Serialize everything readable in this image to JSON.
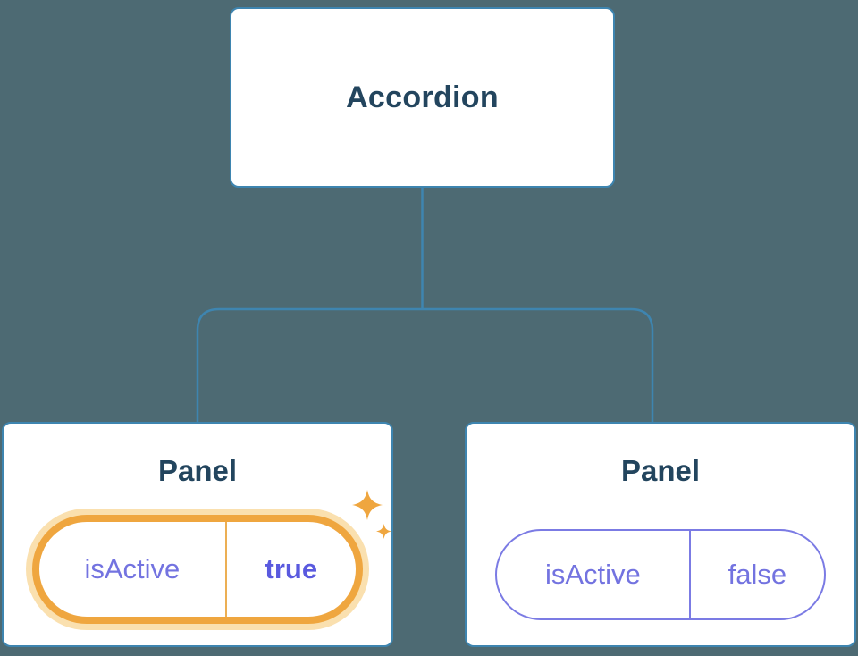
{
  "diagram": {
    "root": {
      "label": "Accordion"
    },
    "panels": [
      {
        "title": "Panel",
        "state": {
          "key": "isActive",
          "value": "true"
        },
        "active": true
      },
      {
        "title": "Panel",
        "state": {
          "key": "isActive",
          "value": "false"
        },
        "active": false
      }
    ]
  },
  "icons": {
    "sparkle": "four-point-star"
  },
  "colors": {
    "background": "#4D6A73",
    "box_bg": "#FFFFFF",
    "box_border": "#3E85B0",
    "connector": "#3E85B0",
    "title_text": "#23455E",
    "state_text": "#7373E0",
    "state_value_active": "#5A5ADF",
    "pill_border_active": "#EFA63F",
    "pill_divider_active": "#ECAF54",
    "pill_halo": "rgba(245, 198, 110, 0.55)",
    "pill_border_inactive": "#7B7BE4",
    "sparkle": "#EFA63F"
  }
}
